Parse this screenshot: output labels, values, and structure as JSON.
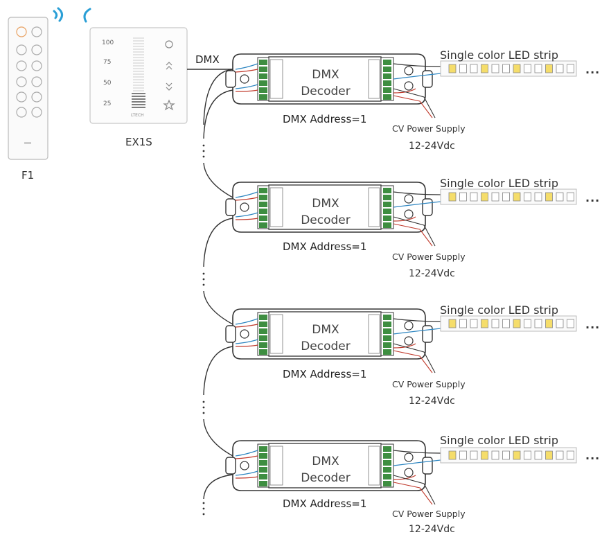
{
  "devices": {
    "remote_label": "F1",
    "panel_label": "EX1S",
    "panel_levels": [
      "100",
      "75",
      "50",
      "25"
    ],
    "panel_brand": "LTECH"
  },
  "signal_label": "DMX",
  "decoders": [
    {
      "name_line1": "DMX",
      "name_line2": "Decoder",
      "address": "DMX Address=1",
      "strip": "Single color LED strip",
      "strip_more": "···",
      "psu": "CV Power Supply",
      "voltage": "12-24Vdc"
    },
    {
      "name_line1": "DMX",
      "name_line2": "Decoder",
      "address": "DMX Address=1",
      "strip": "Single color LED strip",
      "strip_more": "···",
      "psu": "CV Power Supply",
      "voltage": "12-24Vdc"
    },
    {
      "name_line1": "DMX",
      "name_line2": "Decoder",
      "address": "DMX Address=1",
      "strip": "Single color LED strip",
      "strip_more": "···",
      "psu": "CV Power Supply",
      "voltage": "12-24Vdc"
    },
    {
      "name_line1": "DMX",
      "name_line2": "Decoder",
      "address": "DMX Address=1",
      "strip": "Single color LED strip",
      "strip_more": "···",
      "psu": "CV Power Supply",
      "voltage": "12-24Vdc"
    }
  ],
  "colors": {
    "line": "#333333",
    "wire_blue": "#2e86c1",
    "wire_red": "#c0392b",
    "terminal_green": "#3e8e41",
    "wifi_blue": "#2a9fd6",
    "led_yellow": "#f5dd6a"
  }
}
